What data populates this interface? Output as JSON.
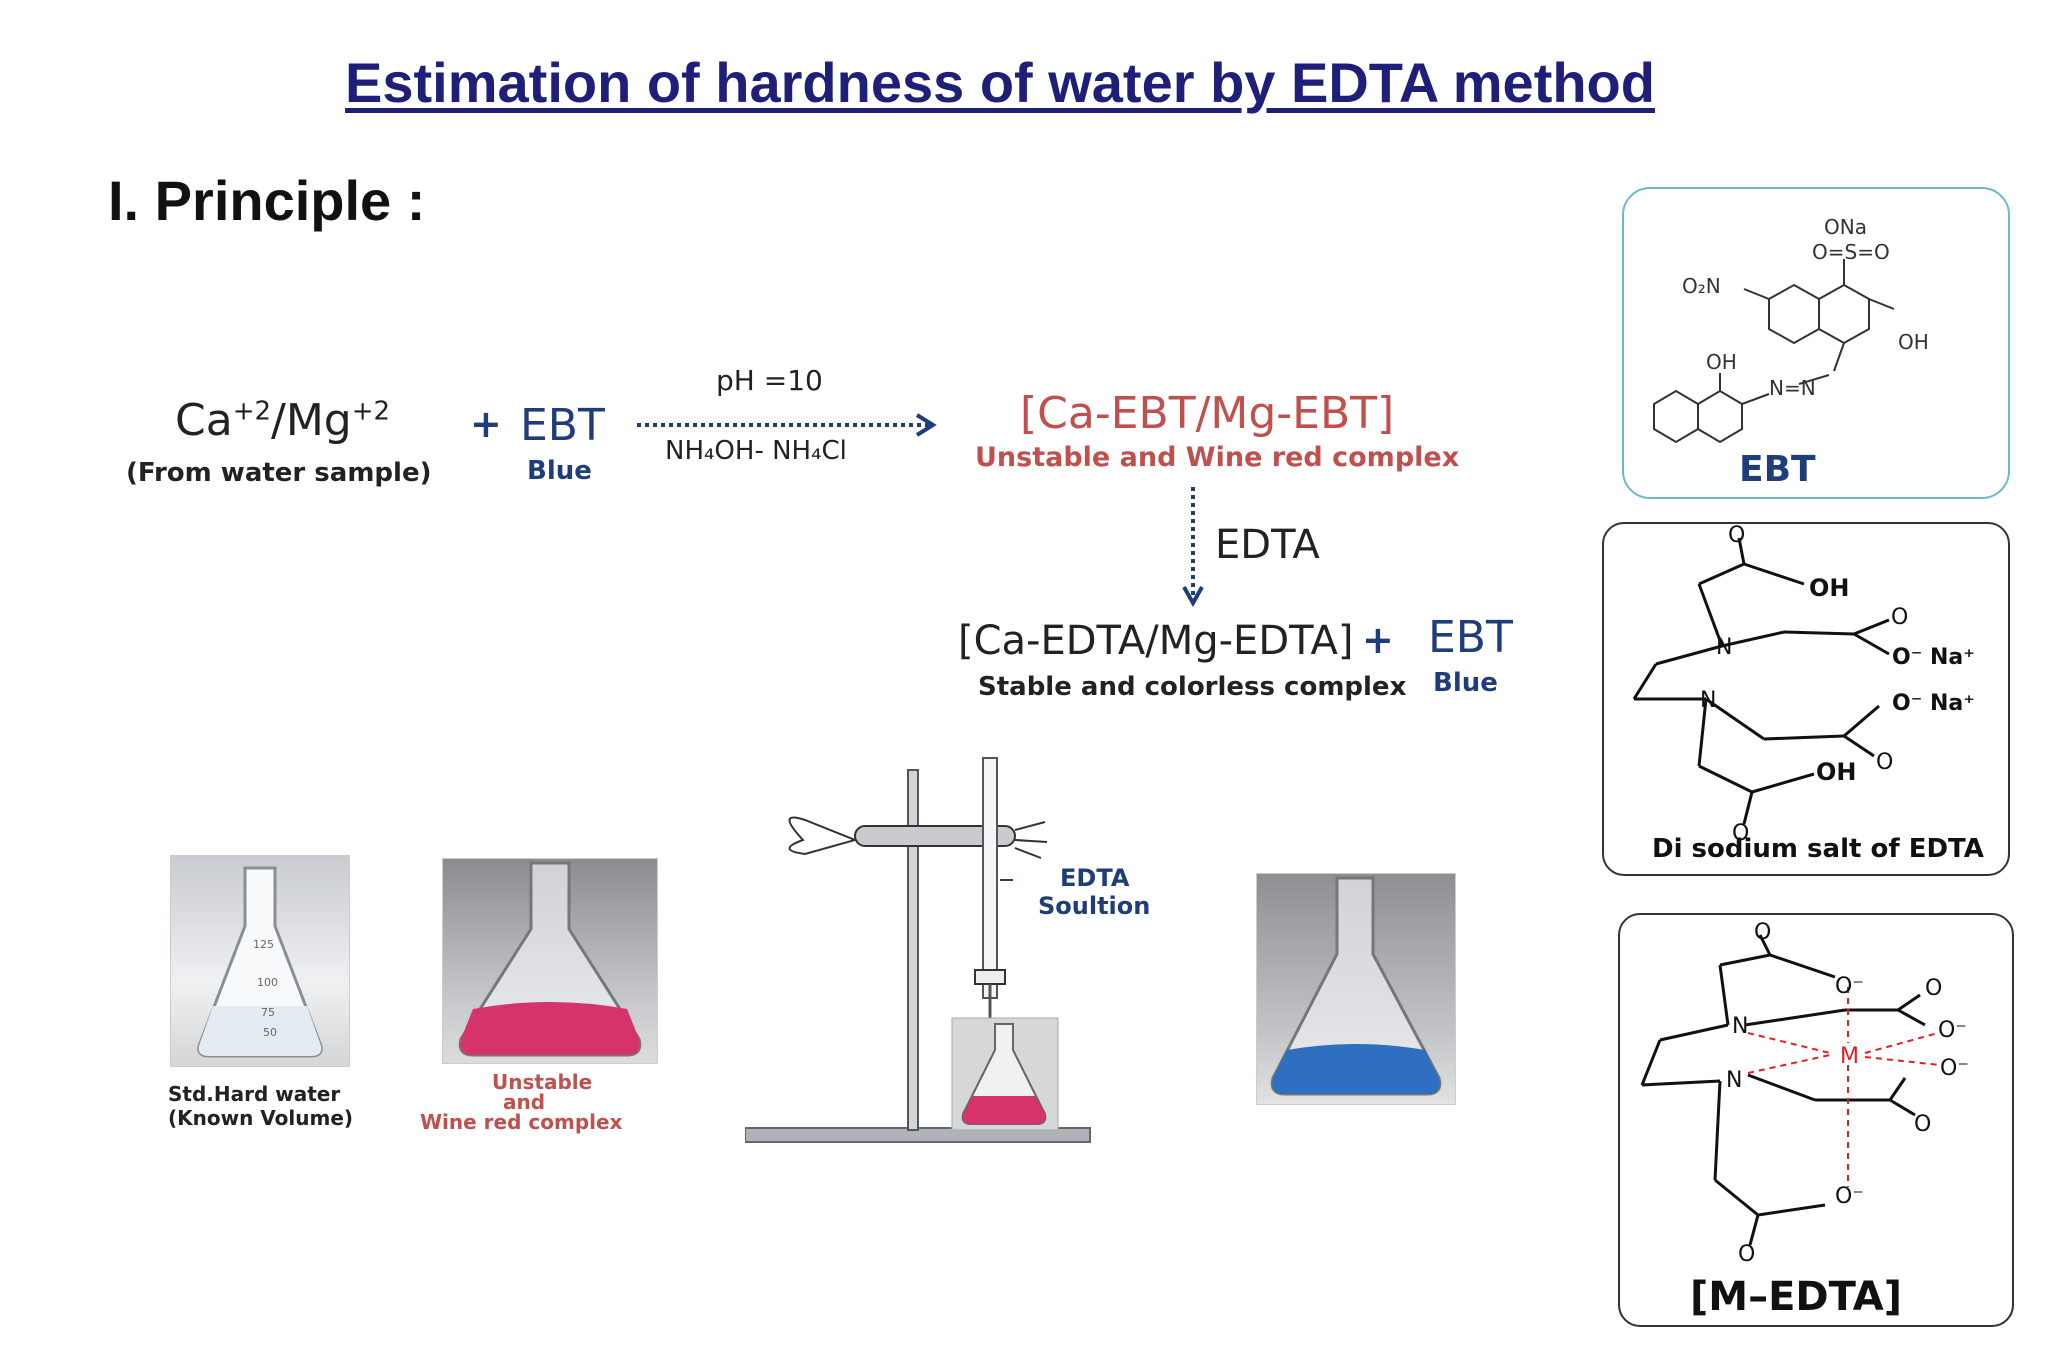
{
  "title": "Estimation of hardness of water by EDTA method",
  "section": "I. Principle :",
  "reaction1": {
    "ca": "Ca",
    "charge1": "+2",
    "slash_mg": "/Mg",
    "charge2": "+2",
    "source": "(From water sample)",
    "plus": "+",
    "ebt": "EBT",
    "ebt_color": "Blue",
    "condition_top": "pH =10",
    "condition_bottom": "NH₄OH- NH₄Cl",
    "product": "[Ca-EBT/Mg-EBT]",
    "product_note": "Unstable and Wine red complex"
  },
  "reaction2": {
    "reagent": "EDTA",
    "product": "[Ca-EDTA/Mg-EDTA]",
    "product_note": "Stable and colorless complex",
    "plus": "+",
    "ebt": "EBT",
    "ebt_color": "Blue"
  },
  "photos": {
    "flask1_caption_1": "Std.Hard water",
    "flask1_caption_2": "(Known Volume)",
    "flask2_caption_1": "Unstable",
    "flask2_caption_2": "and",
    "flask2_caption_3": "Wine red complex",
    "burette_label_1": "EDTA",
    "burette_label_2": "Soultion",
    "flask1_marks": [
      "125",
      "100",
      "75",
      "50"
    ]
  },
  "structures": {
    "ebt_name": "EBT",
    "ebt_atoms": [
      "ONa",
      "O=S=O",
      "O₂N",
      "OH",
      "OH",
      "N=N"
    ],
    "edta_caption": "Di sodium salt of EDTA",
    "edta_atoms": [
      "O",
      "OH",
      "O",
      "N",
      "O⁻ Na⁺",
      "N",
      "O⁻ Na⁺",
      "O",
      "OH",
      "O"
    ],
    "medta_caption": "[M–EDTA]",
    "medta_atoms": [
      "O",
      "O⁻",
      "O",
      "N",
      "O⁻",
      "M",
      "N",
      "O⁻",
      "O",
      "O⁻",
      "O"
    ]
  },
  "colors": {
    "title": "#1f1f7a",
    "navy": "#1f3d7a",
    "wine": "#c0504d",
    "pink_solution": "#d6336c",
    "blue_solution": "#2f6fc0",
    "box_border": "#6cb8c9"
  }
}
